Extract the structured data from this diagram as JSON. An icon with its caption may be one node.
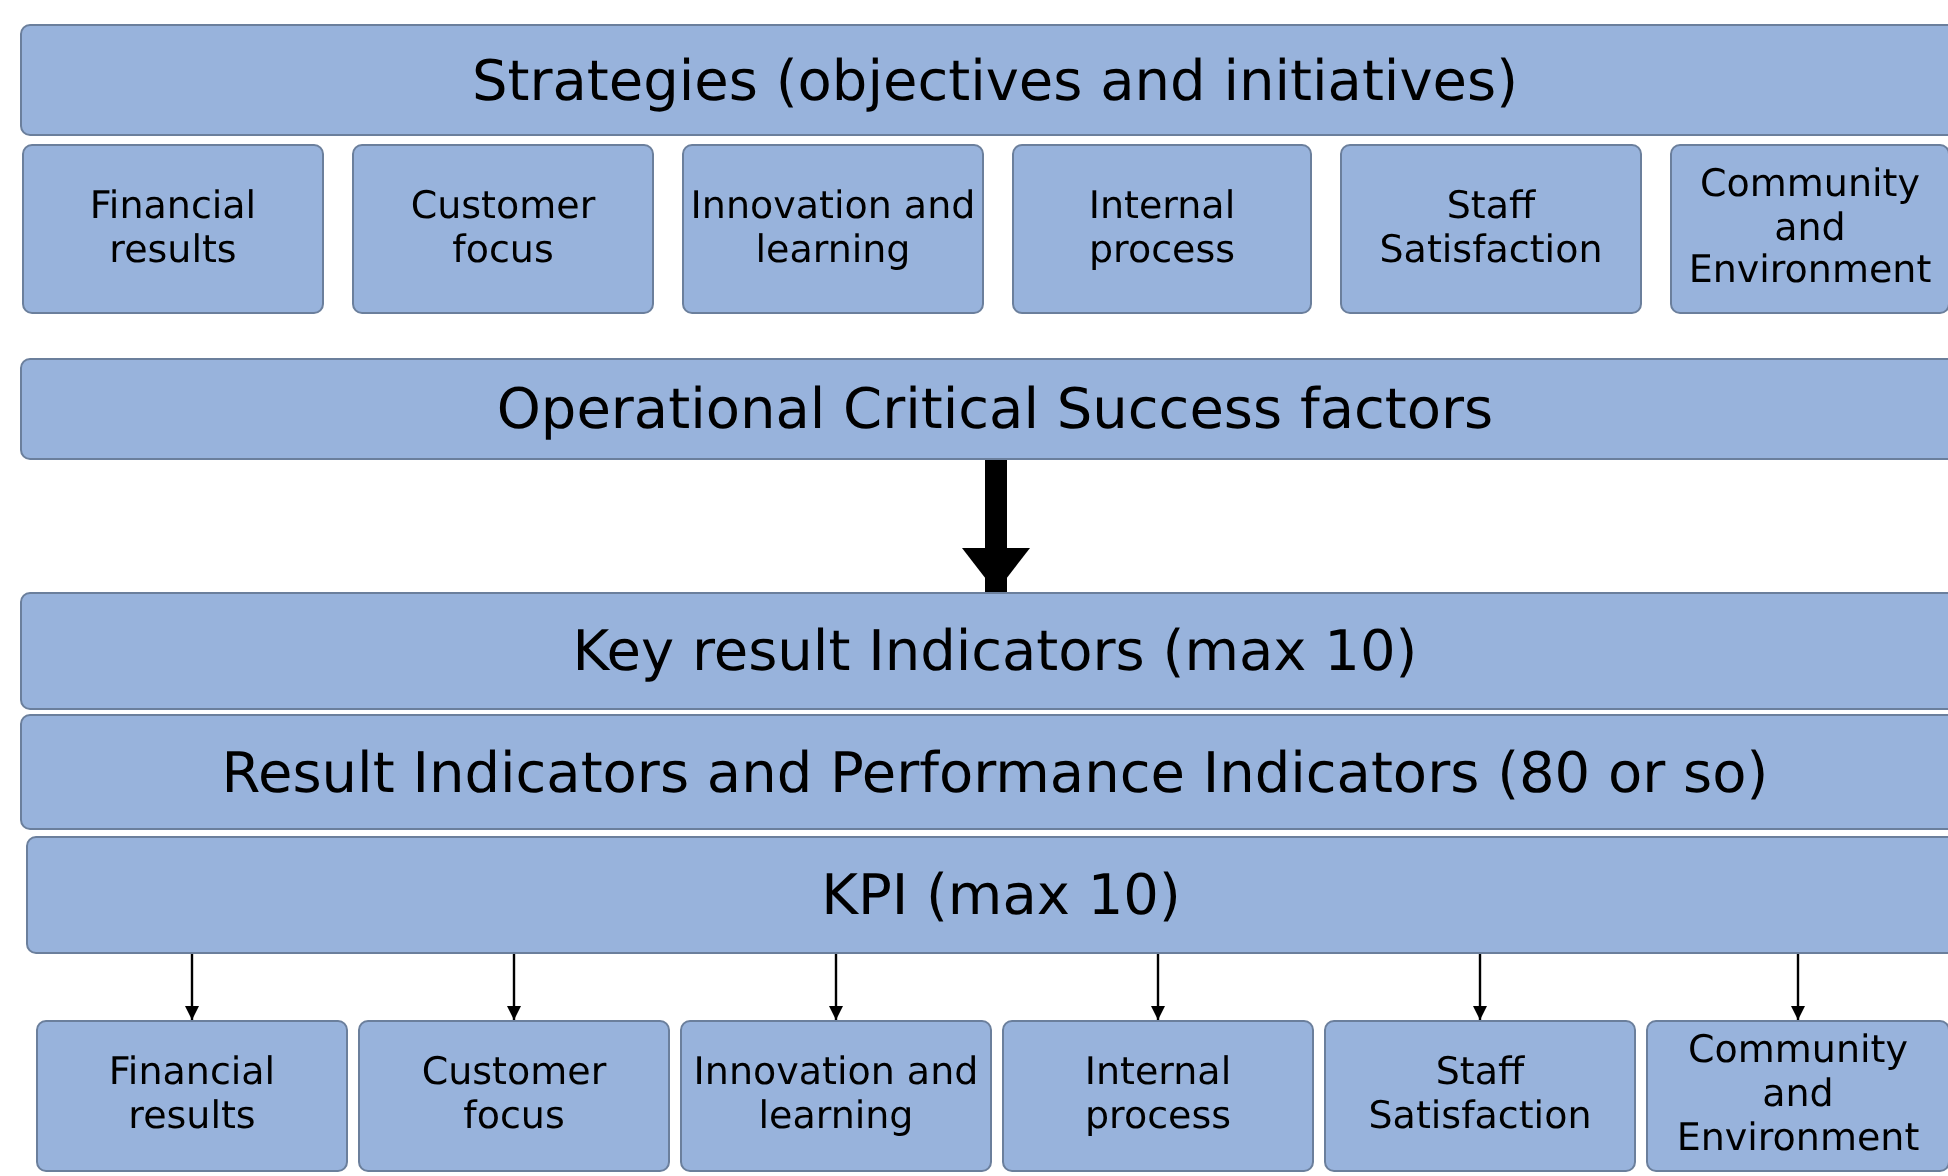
{
  "diagram": {
    "nodes": [
      {
        "text": [
          "Strategies (objectives and initiatives)"
        ]
      },
      {
        "text": [
          "Financial results"
        ]
      },
      {
        "text": [
          "Customer focus"
        ]
      },
      {
        "text": [
          "Innovation and learning"
        ]
      },
      {
        "text": [
          "Internal process"
        ]
      },
      {
        "text": [
          "Staff Satisfaction"
        ]
      },
      {
        "text": [
          "Community and Environment"
        ]
      },
      {
        "text": [
          "Operational Critical Success factors"
        ]
      },
      {
        "text": [
          "Key result Indicators (max 10)"
        ]
      },
      {
        "text": [
          "Result Indicators and Performance Indicators (80 or so)"
        ]
      },
      {
        "text": [
          "KPI (max 10)"
        ]
      },
      {
        "text": [
          "Financial results"
        ]
      },
      {
        "text": [
          "Customer focus"
        ]
      },
      {
        "text": [
          "Innovation and learning"
        ]
      },
      {
        "text": [
          "Internal process"
        ]
      },
      {
        "text": [
          "Staff Satisfaction"
        ]
      },
      {
        "text": [
          "Community and Environment"
        ]
      }
    ],
    "edges": [
      {
        "from": 7,
        "to": 8,
        "arrow": "to",
        "style": "thick"
      },
      {
        "from": 10,
        "to": 11,
        "arrow": "to"
      },
      {
        "from": 10,
        "to": 12,
        "arrow": "to"
      },
      {
        "from": 10,
        "to": 13,
        "arrow": "to"
      },
      {
        "from": 10,
        "to": 14,
        "arrow": "to"
      },
      {
        "from": 10,
        "to": 15,
        "arrow": "to"
      },
      {
        "from": 10,
        "to": 16,
        "arrow": "to"
      }
    ]
  }
}
